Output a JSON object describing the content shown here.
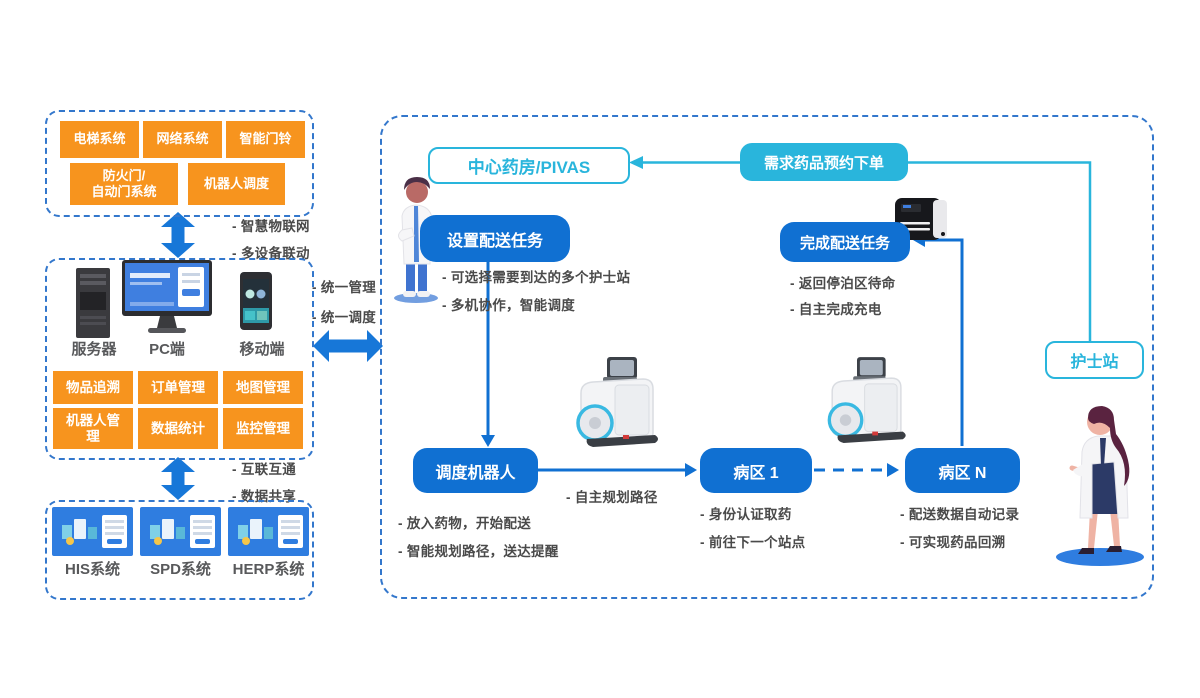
{
  "palette": {
    "orange": "#F7941E",
    "flow_blue": "#1070D2",
    "cyan": "#29B5DC",
    "dash_border_blue": "#3377CC",
    "note_gray": "#4A4A4A"
  },
  "left_panel": {
    "iot_box": {
      "devices": [
        "电梯系统",
        "网络系统",
        "智能门铃",
        "防火门/\n自动门系统",
        "机器人调度"
      ]
    },
    "iot_notes": [
      "- 智慧物联网",
      "- 多设备联动"
    ],
    "platform_box": {
      "terminals": [
        "服务器",
        "PC端",
        "移动端"
      ],
      "modules": [
        "物品追溯",
        "订单管理",
        "地图管理",
        "机器人管理",
        "数据统计",
        "监控管理"
      ]
    },
    "platform_notes": [
      "- 统一管理",
      "- 统一调度"
    ],
    "share_notes": [
      "- 互联互通",
      "- 数据共享"
    ],
    "systems_box": {
      "systems": [
        "HIS系统",
        "SPD系统",
        "HERP系统"
      ]
    }
  },
  "flow_panel": {
    "pharmacy_label": "中心药房/PIVAS",
    "order_button": "需求药品预约下单",
    "nurse_station": "护士站",
    "set_task": {
      "label": "设置配送任务",
      "notes": [
        "- 可选择需要到达的多个护士站",
        "- 多机协作，智能调度"
      ]
    },
    "finish_task": {
      "label": "完成配送任务",
      "notes": [
        "- 返回停泊区待命",
        "- 自主完成充电"
      ]
    },
    "dispatch": {
      "label": "调度机器人",
      "notes": [
        "- 放入药物，开始配送",
        "- 智能规划路径，送达提醒"
      ]
    },
    "ward_1": {
      "label": "病区 1",
      "notes": [
        "- 身份认证取药",
        "- 前往下一个站点"
      ]
    },
    "ward_n": {
      "label": "病区 N",
      "notes": [
        "- 配送数据自动记录",
        "- 可实现药品回溯"
      ]
    },
    "route_note": "- 自主规划路径"
  }
}
